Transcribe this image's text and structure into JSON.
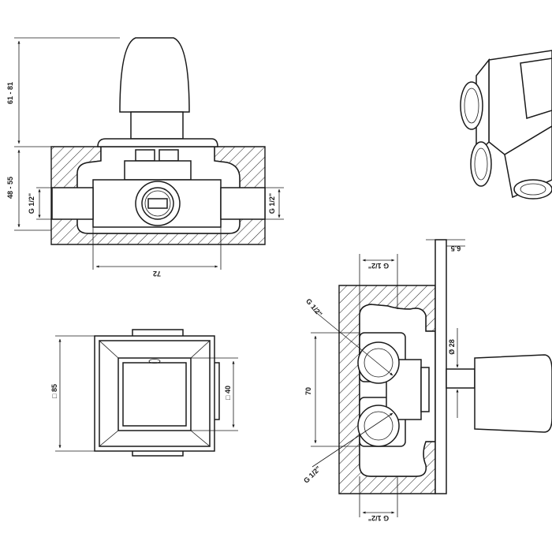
{
  "dimensions": {
    "handle_height": "61 - 81",
    "body_depth": "48 - 55",
    "g_left_side": "G 1/2\"",
    "g_right_side": "G 1/2\"",
    "width_72": "72",
    "plate_square": "□ 85",
    "knob_square": "□ 40",
    "top_thread": "G 1/2\"",
    "bottom_thread": "G 1/2\"",
    "diag_thread_upper": "G 1/2\"",
    "diag_thread_lower": "G 1/2\"",
    "height_70": "70",
    "diameter_28": "Ø 28",
    "offset_6_5": "6.5"
  }
}
